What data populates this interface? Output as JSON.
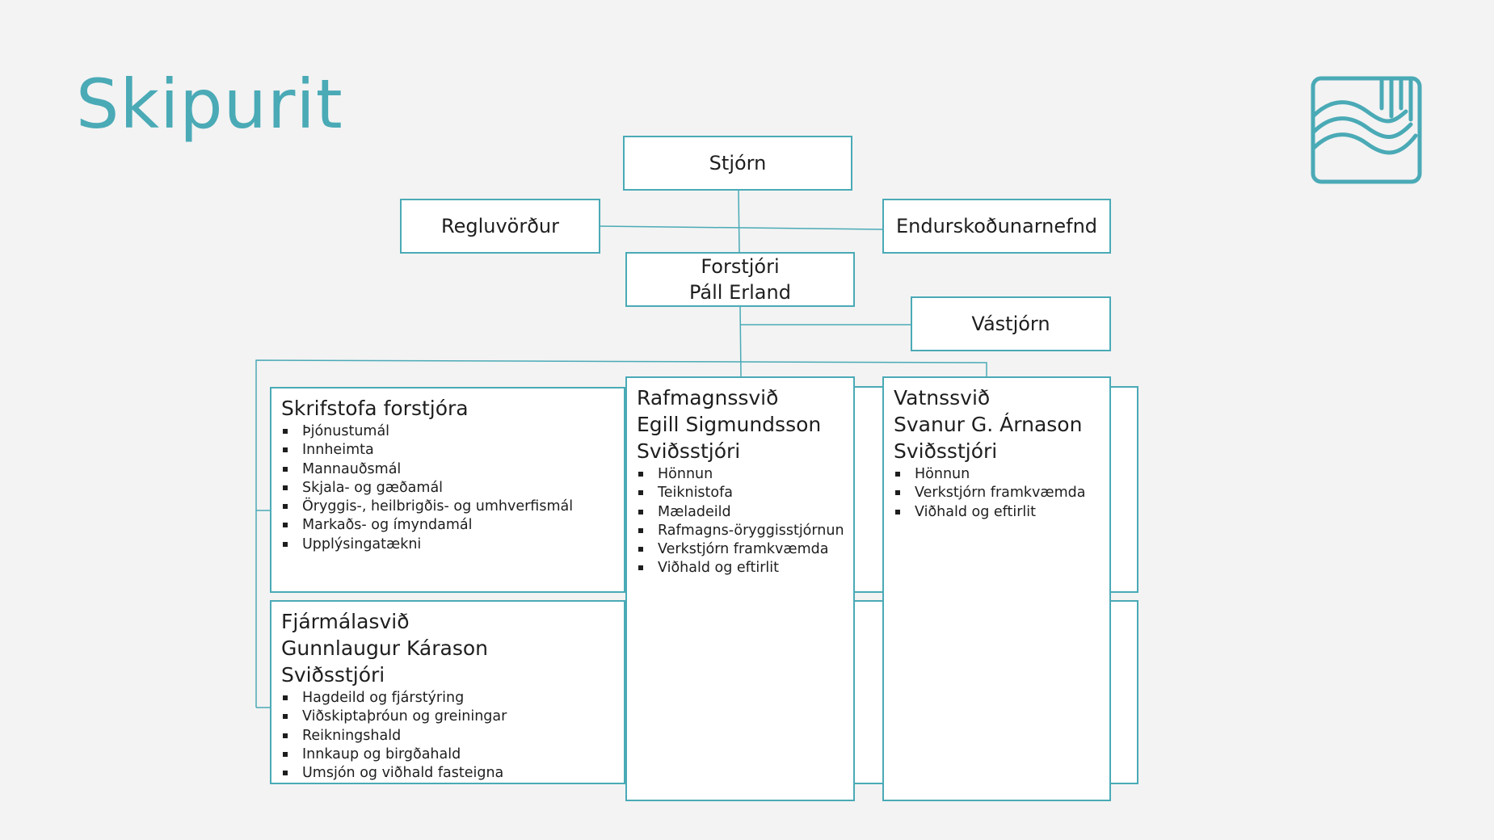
{
  "page": {
    "title": "Skipurit"
  },
  "top": {
    "board": "Stjórn",
    "compliance": "Regluvörður",
    "audit": "Endurskoðunarnefnd",
    "ceo_title": "Forstjóri",
    "ceo_name": "Páll Erland",
    "safety": "Vástjórn"
  },
  "units": {
    "office": {
      "title": "Skrifstofa forstjóra",
      "items": [
        "Þjónustumál",
        "Innheimta",
        "Mannauðsmál",
        "Skjala- og gæðamál",
        "Öryggis-, heilbrigðis- og umhverfismál",
        "Markaðs- og ímyndamál",
        "Upplýsingatækni"
      ]
    },
    "finance": {
      "title": "Fjármálasvið",
      "name": "Gunnlaugur Kárason",
      "role": "Sviðsstjóri",
      "items": [
        "Hagdeild og fjárstýring",
        "Viðskiptaþróun og greiningar",
        "Reikningshald",
        "Innkaup og birgðahald",
        "Umsjón og viðhald fasteigna"
      ]
    },
    "electric": {
      "title": "Rafmagnssvið",
      "name": "Egill Sigmundsson",
      "role": "Sviðsstjóri",
      "items": [
        "Hönnun",
        "Teiknistofa",
        "Mæladeild",
        "Rafmagns-öryggisstjórnun",
        "Verkstjórn framkvæmda",
        "Viðhald og eftirlit"
      ]
    },
    "water": {
      "title": "Vatnssvið",
      "name": "Svanur G. Árnason",
      "role": "Sviðsstjóri",
      "items": [
        "Hönnun",
        "Verkstjórn framkvæmda",
        "Viðhald og eftirlit"
      ]
    }
  },
  "colors": {
    "accent": "#4aaab6",
    "background": "#f3f3f3",
    "text": "#1e1e1e"
  },
  "icons": {
    "logo": "water-waves-logo-icon"
  }
}
